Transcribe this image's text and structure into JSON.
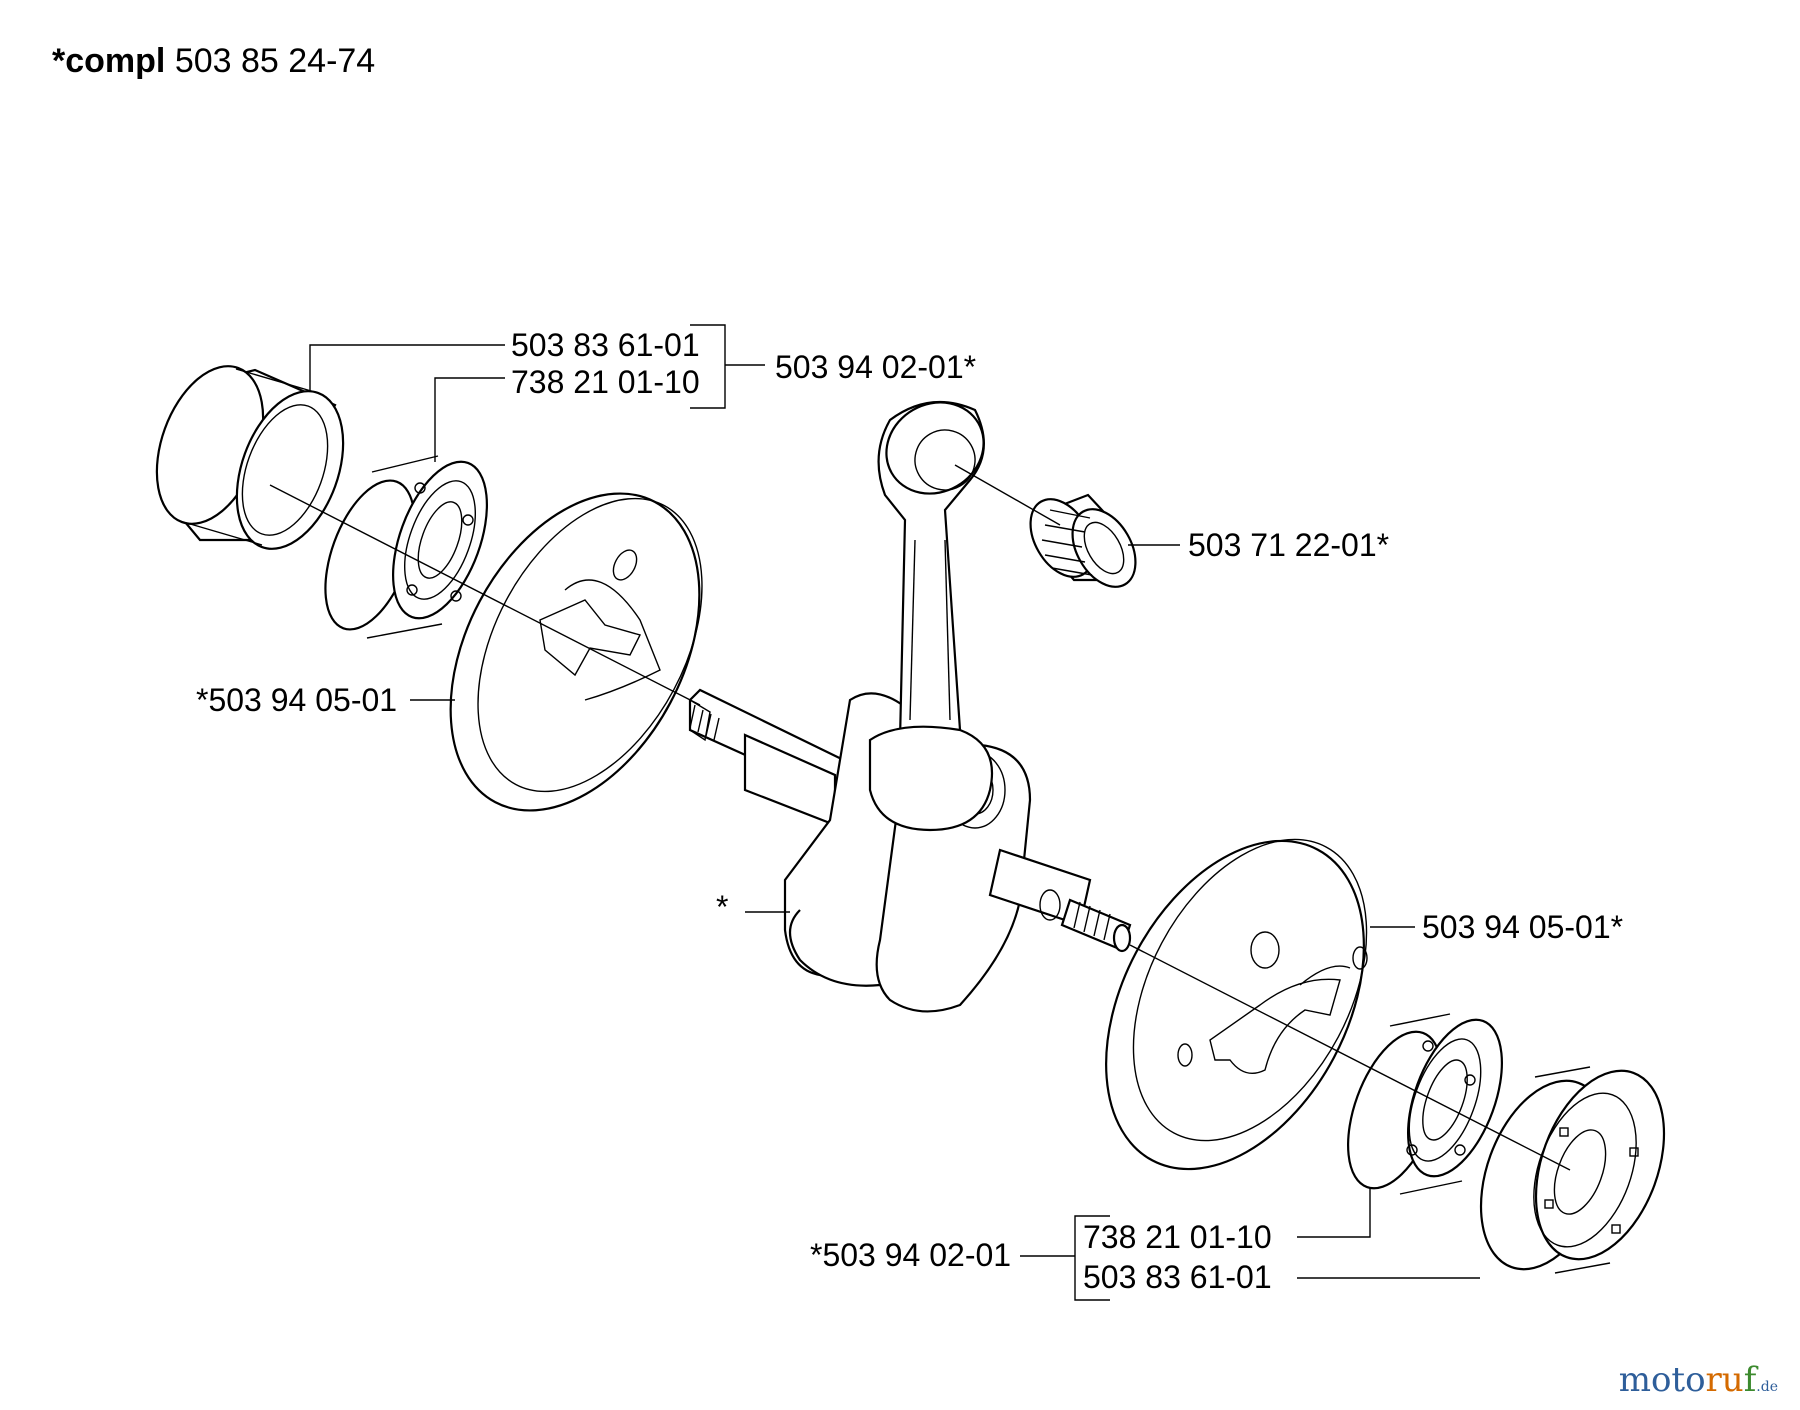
{
  "title": {
    "prefix": "*compl",
    "number": "503 85 24-74"
  },
  "labels": {
    "top_seal": "503 83 61-01",
    "top_bearing": "738 21 01-10",
    "top_group": "503 94 02-01*",
    "needle_bearing": "503 71 22-01*",
    "left_half": "*503 94 05-01",
    "crankshaft": "*",
    "right_half": "503 94 05-01*",
    "bottom_group": "*503 94 02-01",
    "bottom_bearing": "738 21 01-10",
    "bottom_seal": "503 83 61-01"
  },
  "watermark": {
    "part1": "moto",
    "part2": "ru",
    "part3": "f",
    "suffix": ".de"
  }
}
